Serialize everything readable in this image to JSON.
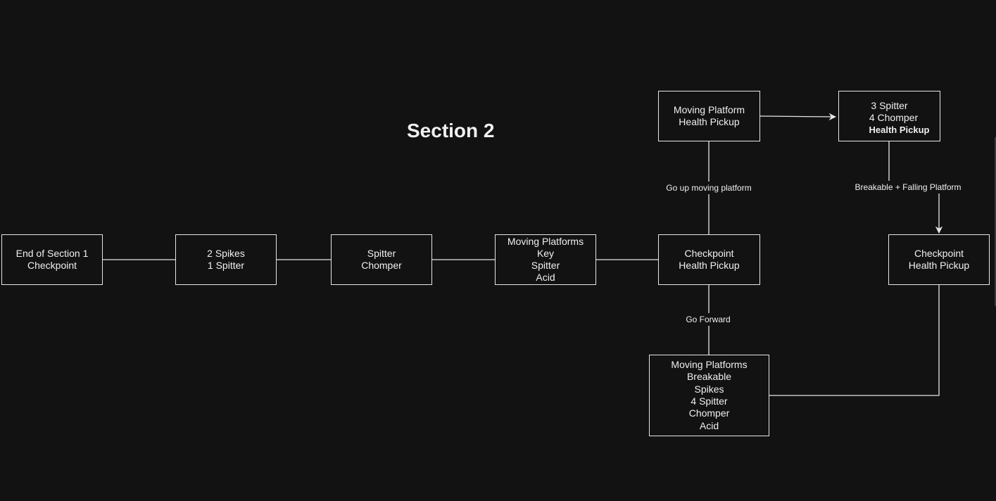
{
  "title": "Section 2",
  "nodes": {
    "end_of_section_1": [
      "End of Section 1",
      "Checkpoint"
    ],
    "spikes_spitter": [
      "2 Spikes",
      "1 Spitter"
    ],
    "spitter_chomper": [
      "Spitter",
      "Chomper"
    ],
    "moving_platforms_key": [
      "Moving Platforms",
      "Key",
      "Spitter",
      "Acid"
    ],
    "checkpoint_center": [
      "Checkpoint",
      "Health Pickup"
    ],
    "moving_platform_top": [
      "Moving Platform",
      "Health Pickup"
    ],
    "spitter_chomper_top": [
      "3 Spitter",
      "4 Chomper"
    ],
    "spitter_chomper_top_extra": "Health Pickup",
    "checkpoint_right": [
      "Checkpoint",
      "Health Pickup"
    ],
    "moving_platforms_bottom": [
      "Moving Platforms",
      "Breakable",
      "Spikes",
      "4 Spitter",
      "Chomper",
      "Acid"
    ]
  },
  "edge_labels": {
    "go_up": "Go up moving platform",
    "breakable_falling": "Breakable + Falling Platform",
    "go_forward": "Go Forward"
  },
  "colors": {
    "background": "#121212",
    "stroke": "#e6e6e6",
    "text": "#f0f0f0"
  }
}
